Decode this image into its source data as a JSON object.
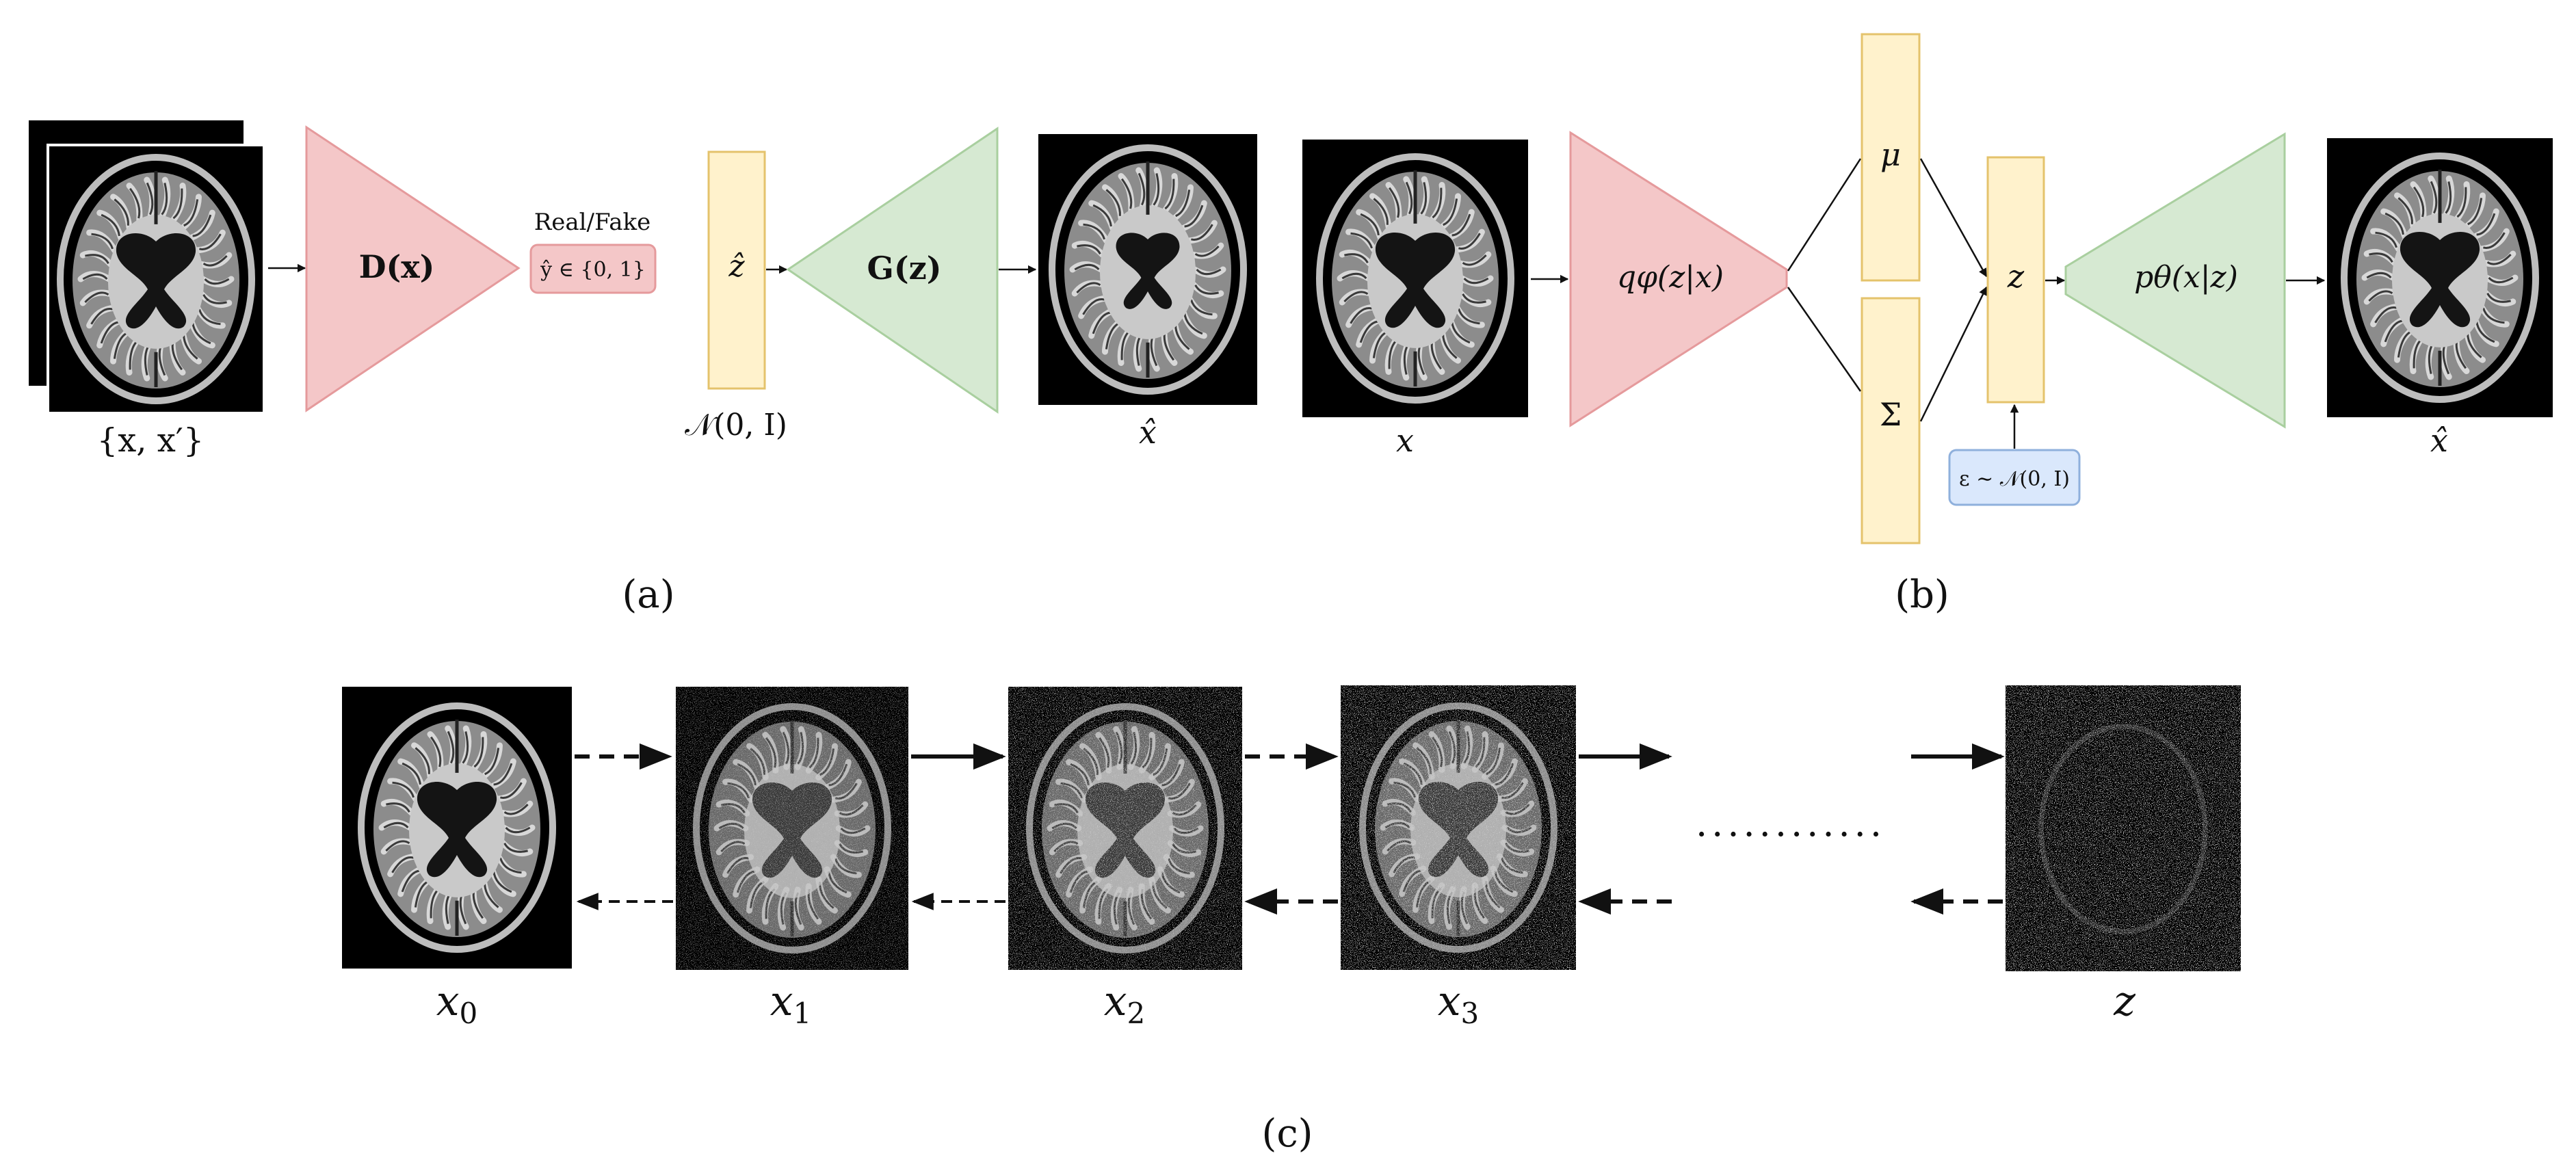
{
  "panels": {
    "a": {
      "caption": "(a)",
      "input_label": "{x, x′}",
      "discriminator_label": "D(x)",
      "output_title": "Real/Fake",
      "output_box": "ŷ ∈ {0, 1}",
      "latent_label": "ẑ",
      "prior_label": "𝒩(0, I)",
      "generator_label": "G(z)",
      "generated_label": "x̂"
    },
    "b": {
      "caption": "(b)",
      "input_label": "x",
      "encoder_label": "qφ(z|x)",
      "mu_label": "μ",
      "sigma_label": "Σ",
      "z_label": "z",
      "epsilon_label": "ε ∼ 𝒩(0, I)",
      "decoder_label": "pθ(x|z)",
      "output_label": "x̂"
    },
    "c": {
      "caption": "(c)",
      "steps": [
        "x0",
        "x1",
        "x2",
        "x3",
        "z"
      ],
      "ellipsis": "............"
    }
  },
  "colors": {
    "discriminator_fill": "#f4c7c8",
    "discriminator_stroke": "#e59a9c",
    "generator_fill": "#d6e9d2",
    "generator_stroke": "#a9cf9f",
    "latent_fill": "#fff2cc",
    "latent_stroke": "#e4c36c",
    "noise_fill": "#dae8fc",
    "noise_stroke": "#8fb0dc"
  },
  "icons": {
    "brain": "brain-mri-icon",
    "noisy_brain": "noisy-brain-mri-icon",
    "noise": "noise-image-icon"
  }
}
